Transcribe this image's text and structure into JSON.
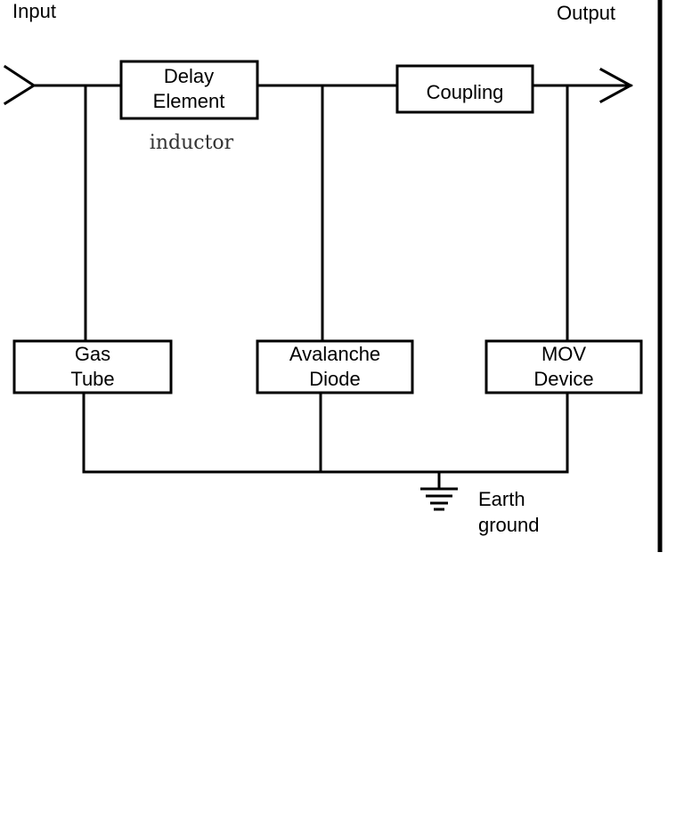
{
  "labels": {
    "input": "Input",
    "output": "Output",
    "inductor": "inductor",
    "earth": [
      "Earth",
      "ground"
    ]
  },
  "blocks": {
    "delay": [
      "Delay",
      "Element"
    ],
    "coupling": [
      "Coupling"
    ],
    "gas_tube": [
      "Gas",
      "Tube"
    ],
    "avalanche": [
      "Avalanche",
      "Diode"
    ],
    "mov": [
      "MOV",
      "Device"
    ]
  }
}
